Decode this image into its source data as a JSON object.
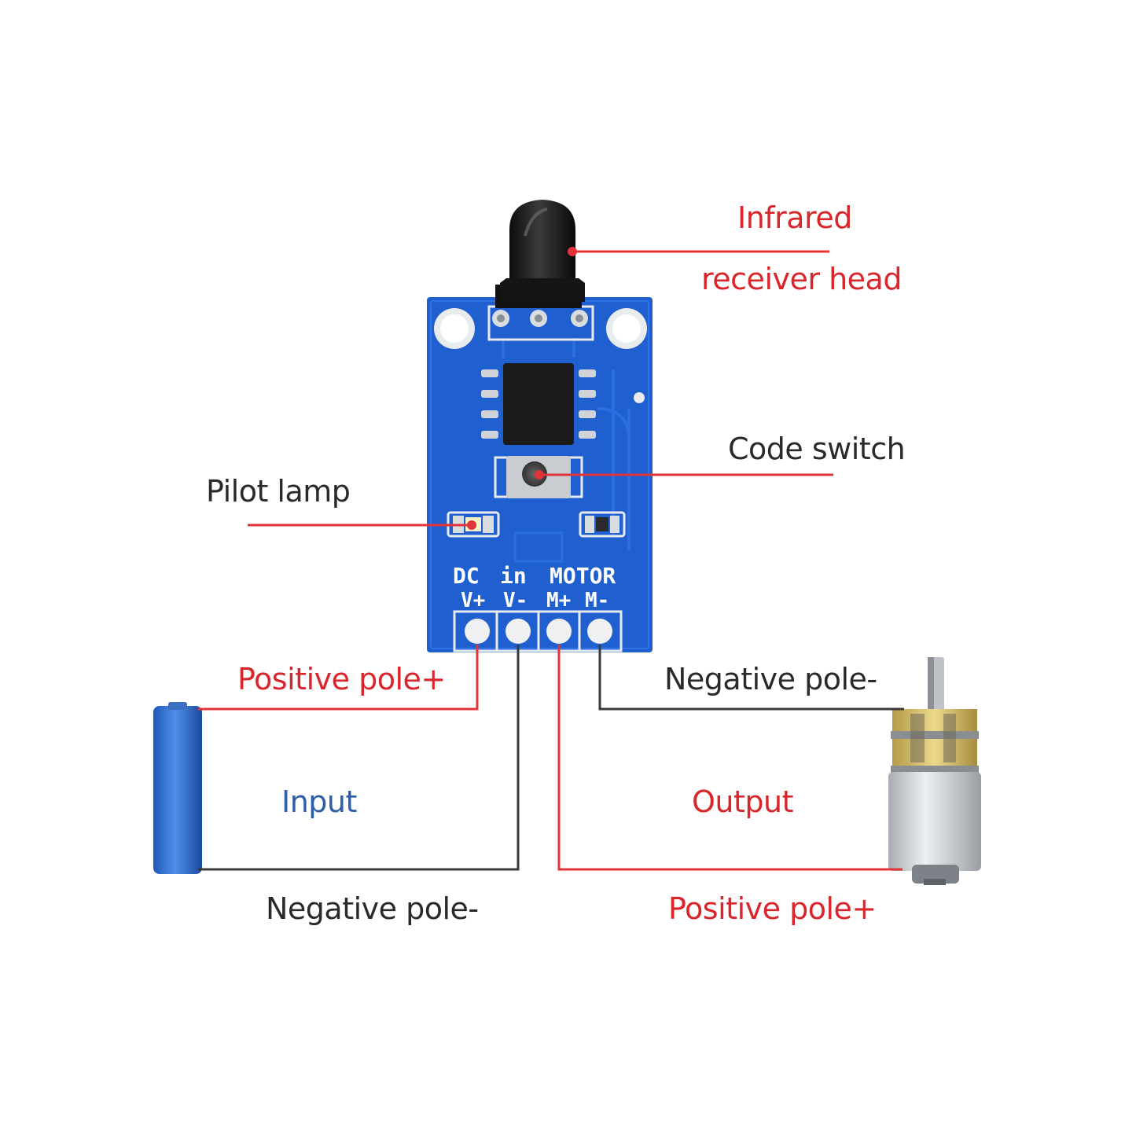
{
  "labels": {
    "infrared_line1": "Infrared",
    "infrared_line2": "receiver head",
    "code_switch": "Code switch",
    "pilot_lamp": "Pilot lamp",
    "positive_pole_input": "Positive pole+",
    "negative_pole_output": "Negative pole-",
    "input": "Input",
    "output": "Output",
    "negative_pole_input": "Negative pole-",
    "positive_pole_output": "Positive pole+"
  },
  "board_silkscreen": {
    "dc": "DC",
    "in": "in",
    "motor": "MOTOR",
    "v_plus": "V+",
    "v_minus": "V-",
    "m_plus": "M+",
    "m_minus": "M-"
  },
  "colors": {
    "label_red": "#d8262c",
    "label_dark": "#2a2a2a",
    "label_blue": "#2f5ea8",
    "pcb_blue": "#1f5fd0",
    "wire_red": "#e0343a",
    "wire_dark": "#3a3a3a"
  }
}
